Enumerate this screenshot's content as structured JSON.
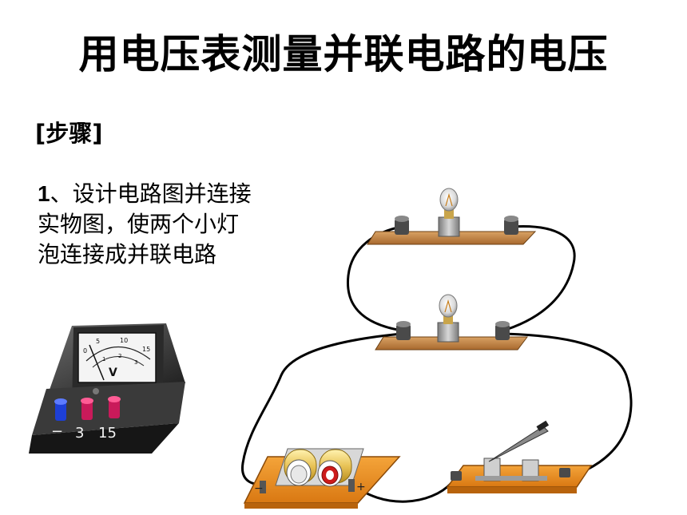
{
  "title": "用电压表测量并联电路的电压",
  "section_label": "[步骤]",
  "step": {
    "number": "1",
    "text_line1": "、设计电路图并连接",
    "text_line2": "实物图，使两个小灯",
    "text_line3": "泡连接成并联电路"
  },
  "voltmeter": {
    "unit_symbol": "V",
    "scale_labels": [
      "0",
      "5",
      "10",
      "15"
    ],
    "inner_scale_labels": [
      "1",
      "2",
      "3"
    ],
    "terminal_labels": [
      "−",
      "3",
      "15"
    ]
  },
  "battery_box": {
    "terminal_neg": "−",
    "terminal_pos": "+"
  }
}
